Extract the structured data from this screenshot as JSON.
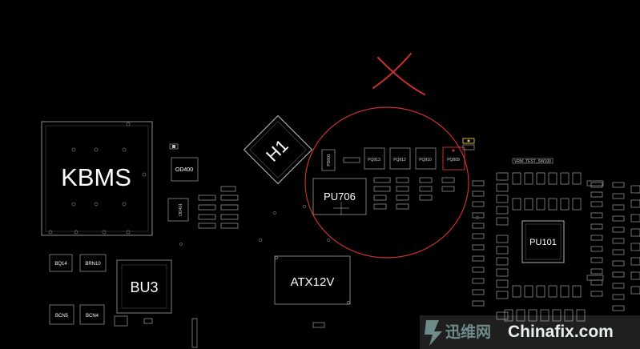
{
  "colors": {
    "background": "#000000",
    "outline": "#8c8c8c",
    "pad": "#d9d9d9",
    "markup": "#c8322d",
    "highlight_pad": "#e6c83c",
    "small_part_fill": "#bfbfbf"
  },
  "components": {
    "kbms": "KBMS",
    "h1": "H1",
    "pu706": "PU706",
    "pu101": "PU101",
    "bu3": "BU3",
    "atx12v": "ATX12V",
    "od400": "OD400",
    "bq14": "BQ14",
    "brn10": "BRN10",
    "bcn5": "BCN5",
    "bcn4": "BCN4",
    "pq813": "PQ813",
    "pq812": "PQ812",
    "pq810": "PQ810",
    "pq809": "PQ809",
    "pd801": "PD801",
    "od401": "OD401",
    "vrm_label": "VRM_TEST_SW100"
  },
  "watermark": {
    "chinese": "迅维网",
    "english": "Chinafix.com"
  },
  "annotation": {
    "cross_mark_icon": "x-mark-icon",
    "circle_icon": "circle-highlight-icon"
  }
}
